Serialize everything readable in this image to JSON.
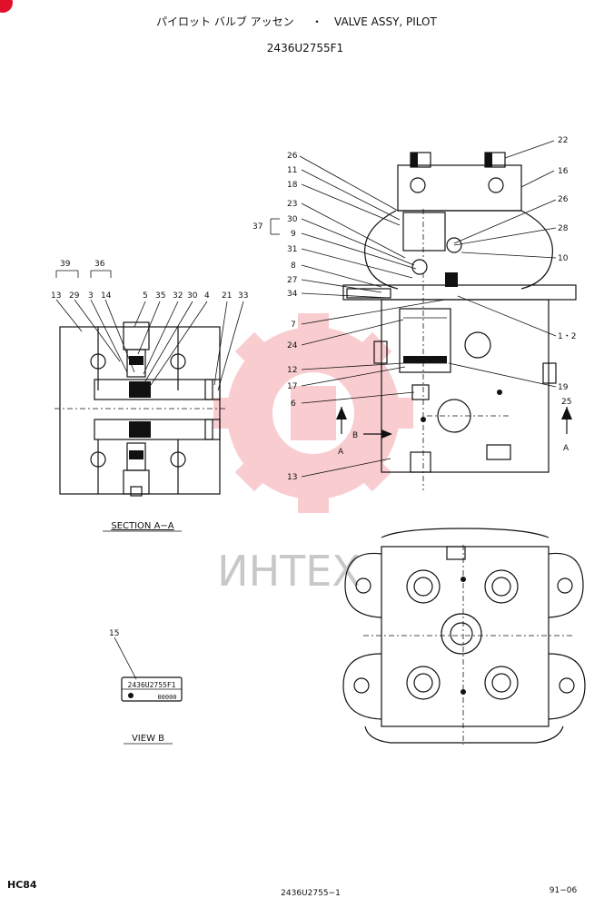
{
  "header": {
    "title_jp": "パイロット バルブ アッセン",
    "separator": "・",
    "title_en": "VALVE ASSY, PILOT",
    "part_no": "2436U2755F1"
  },
  "footer": {
    "model": "HC84",
    "drawing_no": "2436U2755−1",
    "date_code": "91−06"
  },
  "watermark": {
    "text": "ИНТЕХ",
    "color": "#e8202a"
  },
  "section_label": "SECTION  A−A",
  "view_label": "VIEW  B",
  "nameplate": {
    "top": "2436U2755F1",
    "bottom": "00000"
  },
  "callouts": {
    "c22": "22",
    "c16": "16",
    "c26a": "26",
    "c26b": "26",
    "c11": "11",
    "c18": "18",
    "c23": "23",
    "c37": "37",
    "c30": "30",
    "c9": "9",
    "c31": "31",
    "c8": "8",
    "c27": "27",
    "c34": "34",
    "c7": "7",
    "c24": "24",
    "c12": "12",
    "c17": "17",
    "c6": "6",
    "c13": "13",
    "c28": "28",
    "c10": "10",
    "c1_2": "1・2",
    "c19": "19",
    "c25": "25",
    "cA1": "A",
    "cA2": "A",
    "cB": "B",
    "s39": "39",
    "s36": "36",
    "s13": "13",
    "s29": "29",
    "s3": "3",
    "s14": "14",
    "s5": "5",
    "s35": "35",
    "s32": "32",
    "s30": "30",
    "s4": "4",
    "s21": "21",
    "s33": "33",
    "v15": "15"
  }
}
